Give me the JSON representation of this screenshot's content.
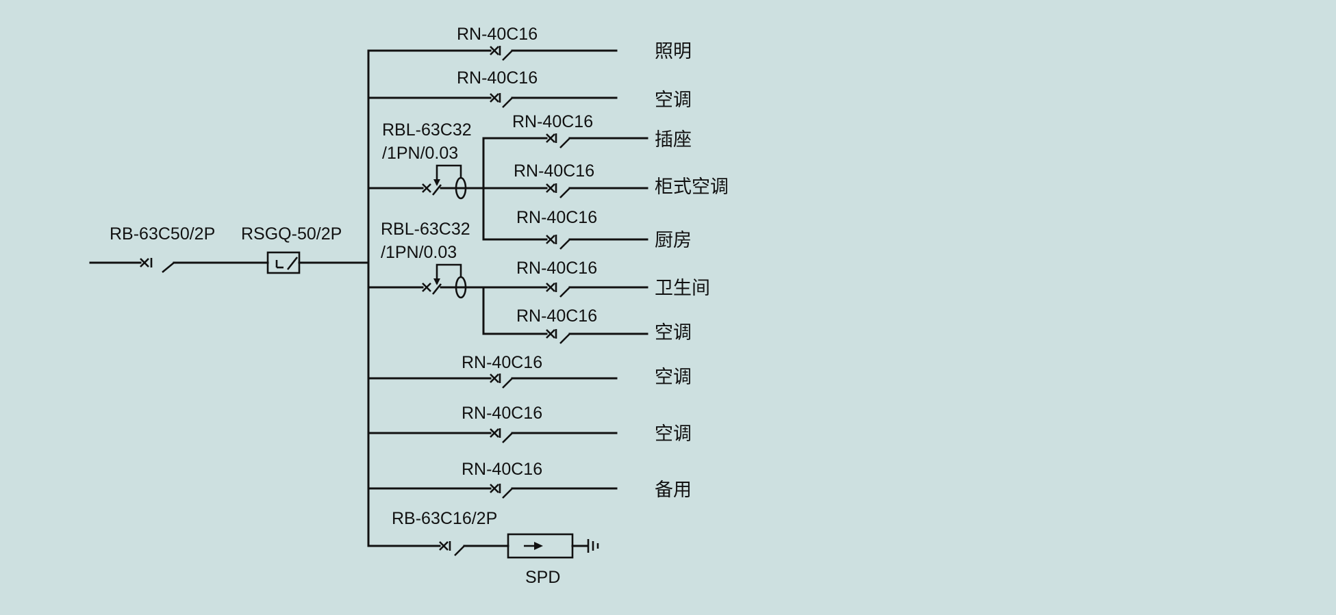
{
  "colors": {
    "background": "#cde0e0",
    "line": "#111111"
  },
  "main": {
    "breaker": "RB-63C50/2P",
    "isolator": "RSGQ-50/2P"
  },
  "rcd": [
    {
      "line1": "RBL-63C32",
      "line2": "/1PN/0.03"
    },
    {
      "line1": "RBL-63C32",
      "line2": "/1PN/0.03"
    }
  ],
  "circuits": [
    {
      "breaker": "RN-40C16",
      "load": "照明"
    },
    {
      "breaker": "RN-40C16",
      "load": "空调"
    },
    {
      "breaker": "RN-40C16",
      "load": "插座"
    },
    {
      "breaker": "RN-40C16",
      "load": "柜式空调"
    },
    {
      "breaker": "RN-40C16",
      "load": "厨房"
    },
    {
      "breaker": "RN-40C16",
      "load": "卫生间"
    },
    {
      "breaker": "RN-40C16",
      "load": "空调"
    },
    {
      "breaker": "RN-40C16",
      "load": "空调"
    },
    {
      "breaker": "RN-40C16",
      "load": "空调"
    },
    {
      "breaker": "RN-40C16",
      "load": "备用"
    }
  ],
  "spd": {
    "breaker": "RB-63C16/2P",
    "label": "SPD"
  }
}
